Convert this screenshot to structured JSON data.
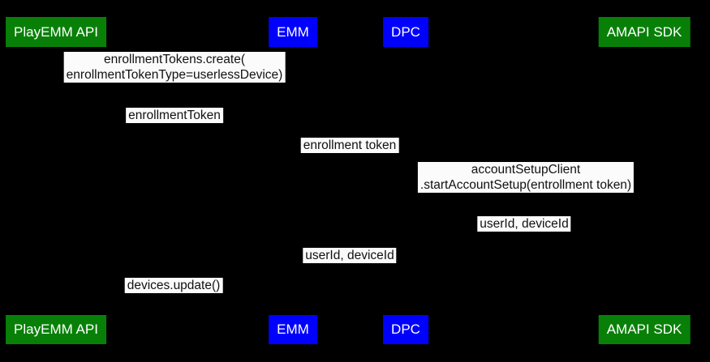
{
  "diagram": {
    "type": "sequence-diagram",
    "background": "#000000",
    "label_style": {
      "background": "#fbfbfb",
      "text_color": "#111111"
    },
    "actors": [
      {
        "name": "PlayEMM API",
        "color": "#088008",
        "text_color": "#ffffff"
      },
      {
        "name": "EMM",
        "color": "#0000ff",
        "text_color": "#ffffff"
      },
      {
        "name": "DPC",
        "color": "#0000ff",
        "text_color": "#ffffff"
      },
      {
        "name": "AMAPI SDK",
        "color": "#088008",
        "text_color": "#ffffff"
      }
    ],
    "messages": [
      {
        "lines": [
          "enrollmentTokens.create(",
          "enrollmentTokenType=userlessDevice)"
        ]
      },
      {
        "lines": [
          "enrollmentToken"
        ]
      },
      {
        "lines": [
          "enrollment token"
        ]
      },
      {
        "lines": [
          "accountSetupClient",
          ".startAccountSetup(entrollment token)"
        ]
      },
      {
        "lines": [
          "userId, deviceId"
        ]
      },
      {
        "lines": [
          "userId, deviceId"
        ]
      },
      {
        "lines": [
          "devices.update()"
        ]
      }
    ]
  }
}
